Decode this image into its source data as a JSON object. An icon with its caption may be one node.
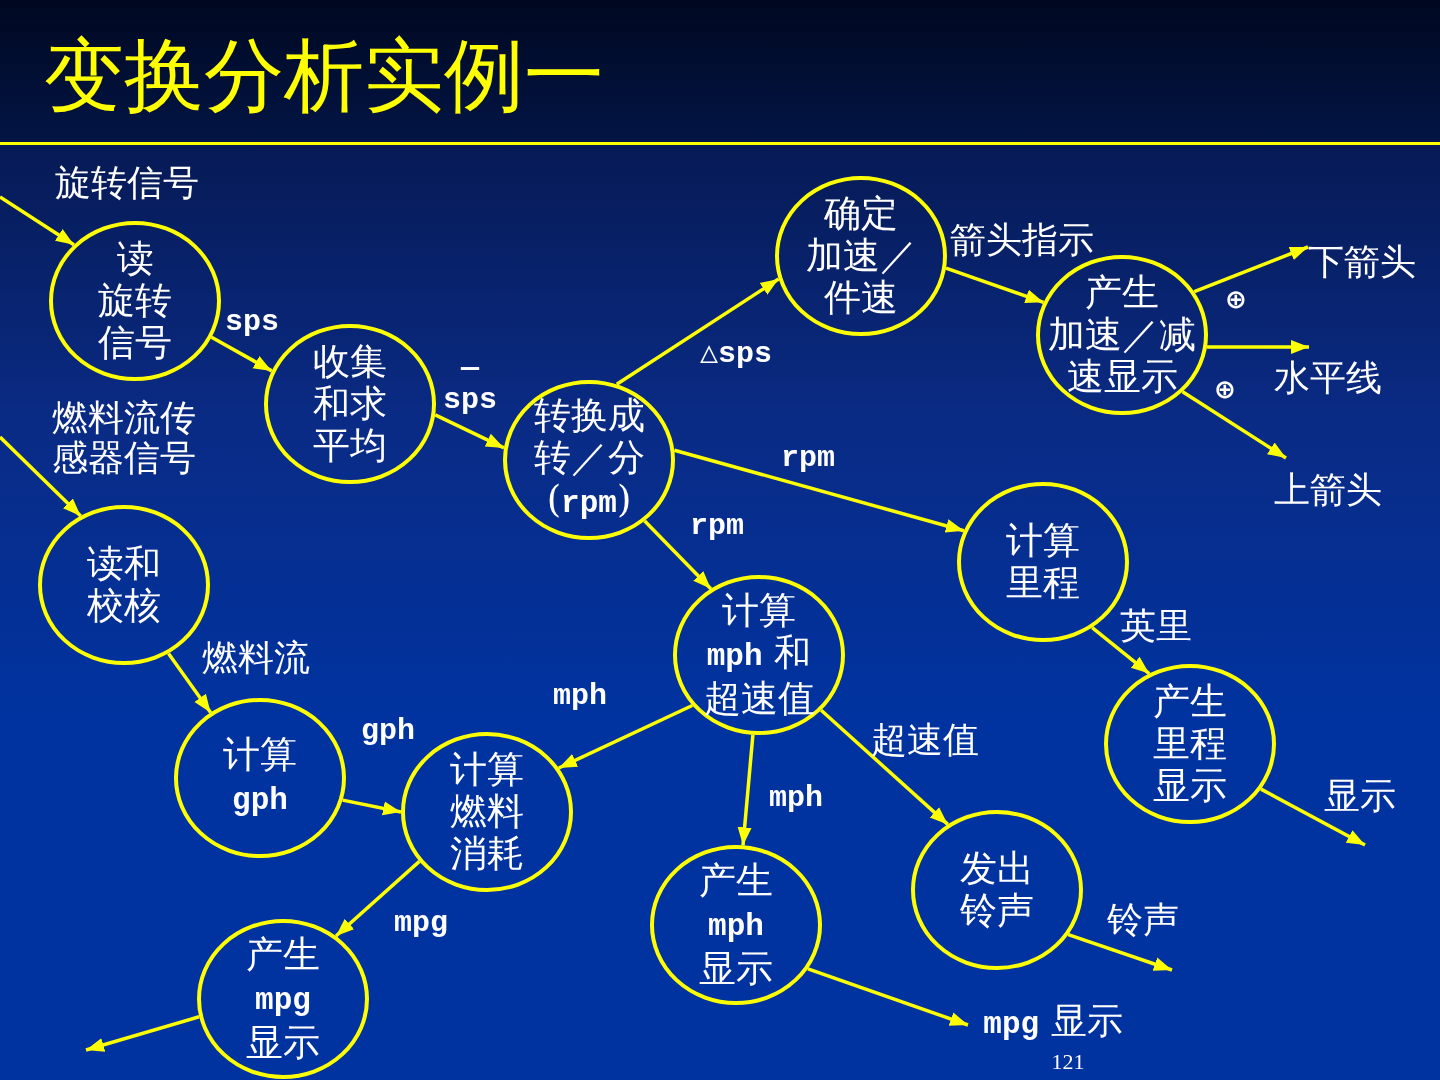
{
  "diagram": {
    "title": "变换分析实例一",
    "nodes": [
      {
        "text": [
          "读旋转信号"
        ]
      },
      {
        "text": [
          "收集和求平均"
        ]
      },
      {
        "text": [
          "转换成转／分(**rpm**)"
        ]
      },
      {
        "text": [
          "确定加速／件速"
        ]
      },
      {
        "text": [
          "产生加速／减速显示"
        ]
      },
      {
        "text": [
          "读和校核"
        ]
      },
      {
        "text": [
          "计算里程"
        ]
      },
      {
        "text": [
          "计算**mph** 和超速值"
        ]
      },
      {
        "text": [
          "计算**gph**"
        ]
      },
      {
        "text": [
          "计算燃料消耗"
        ]
      },
      {
        "text": [
          "产生**mpg**显示"
        ]
      },
      {
        "text": [
          "产生**mph**显示"
        ]
      },
      {
        "text": [
          "发出铃声"
        ]
      },
      {
        "text": [
          "产生里程显示"
        ]
      }
    ],
    "edges": [
      {
        "from": null,
        "to": 0,
        "arrow": "to",
        "label": "旋转信号"
      },
      {
        "from": 0,
        "to": 1,
        "arrow": "to",
        "label": "sps"
      },
      {
        "from": 1,
        "to": 2,
        "arrow": "to",
        "label": "— sps"
      },
      {
        "from": 2,
        "to": 3,
        "arrow": "to",
        "label": "△sps"
      },
      {
        "from": 2,
        "to": 6,
        "arrow": "to",
        "label": "rpm"
      },
      {
        "from": 2,
        "to": 7,
        "arrow": "to",
        "label": "rpm"
      },
      {
        "from": 3,
        "to": 4,
        "arrow": "to",
        "label": "箭头指示"
      },
      {
        "from": 4,
        "to": null,
        "arrow": "to",
        "label": "下箭头"
      },
      {
        "from": 4,
        "to": null,
        "arrow": "to",
        "label": "水平线"
      },
      {
        "from": 4,
        "to": null,
        "arrow": "to",
        "label": "上箭头"
      },
      {
        "from": null,
        "to": 5,
        "arrow": "to",
        "label": "燃料流传感器信号"
      },
      {
        "from": 5,
        "to": 8,
        "arrow": "to",
        "label": "燃料流"
      },
      {
        "from": 8,
        "to": 9,
        "arrow": "to",
        "label": "gph"
      },
      {
        "from": 7,
        "to": 9,
        "arrow": "to",
        "label": "mph"
      },
      {
        "from": 9,
        "to": 10,
        "arrow": "to",
        "label": "mpg"
      },
      {
        "from": 10,
        "to": null,
        "arrow": "to"
      },
      {
        "from": 7,
        "to": 11,
        "arrow": "to",
        "label": "mph"
      },
      {
        "from": 7,
        "to": 12,
        "arrow": "to",
        "label": "超速值"
      },
      {
        "from": 6,
        "to": 13,
        "arrow": "to",
        "label": "英里"
      },
      {
        "from": 13,
        "to": null,
        "arrow": "to",
        "label": "显示"
      },
      {
        "from": 12,
        "to": null,
        "arrow": "to",
        "label": "铃声"
      },
      {
        "from": 11,
        "to": null,
        "arrow": "to",
        "label": "**mpg** 显示"
      }
    ],
    "labels": [
      "⊕",
      "⊕",
      "121"
    ]
  }
}
